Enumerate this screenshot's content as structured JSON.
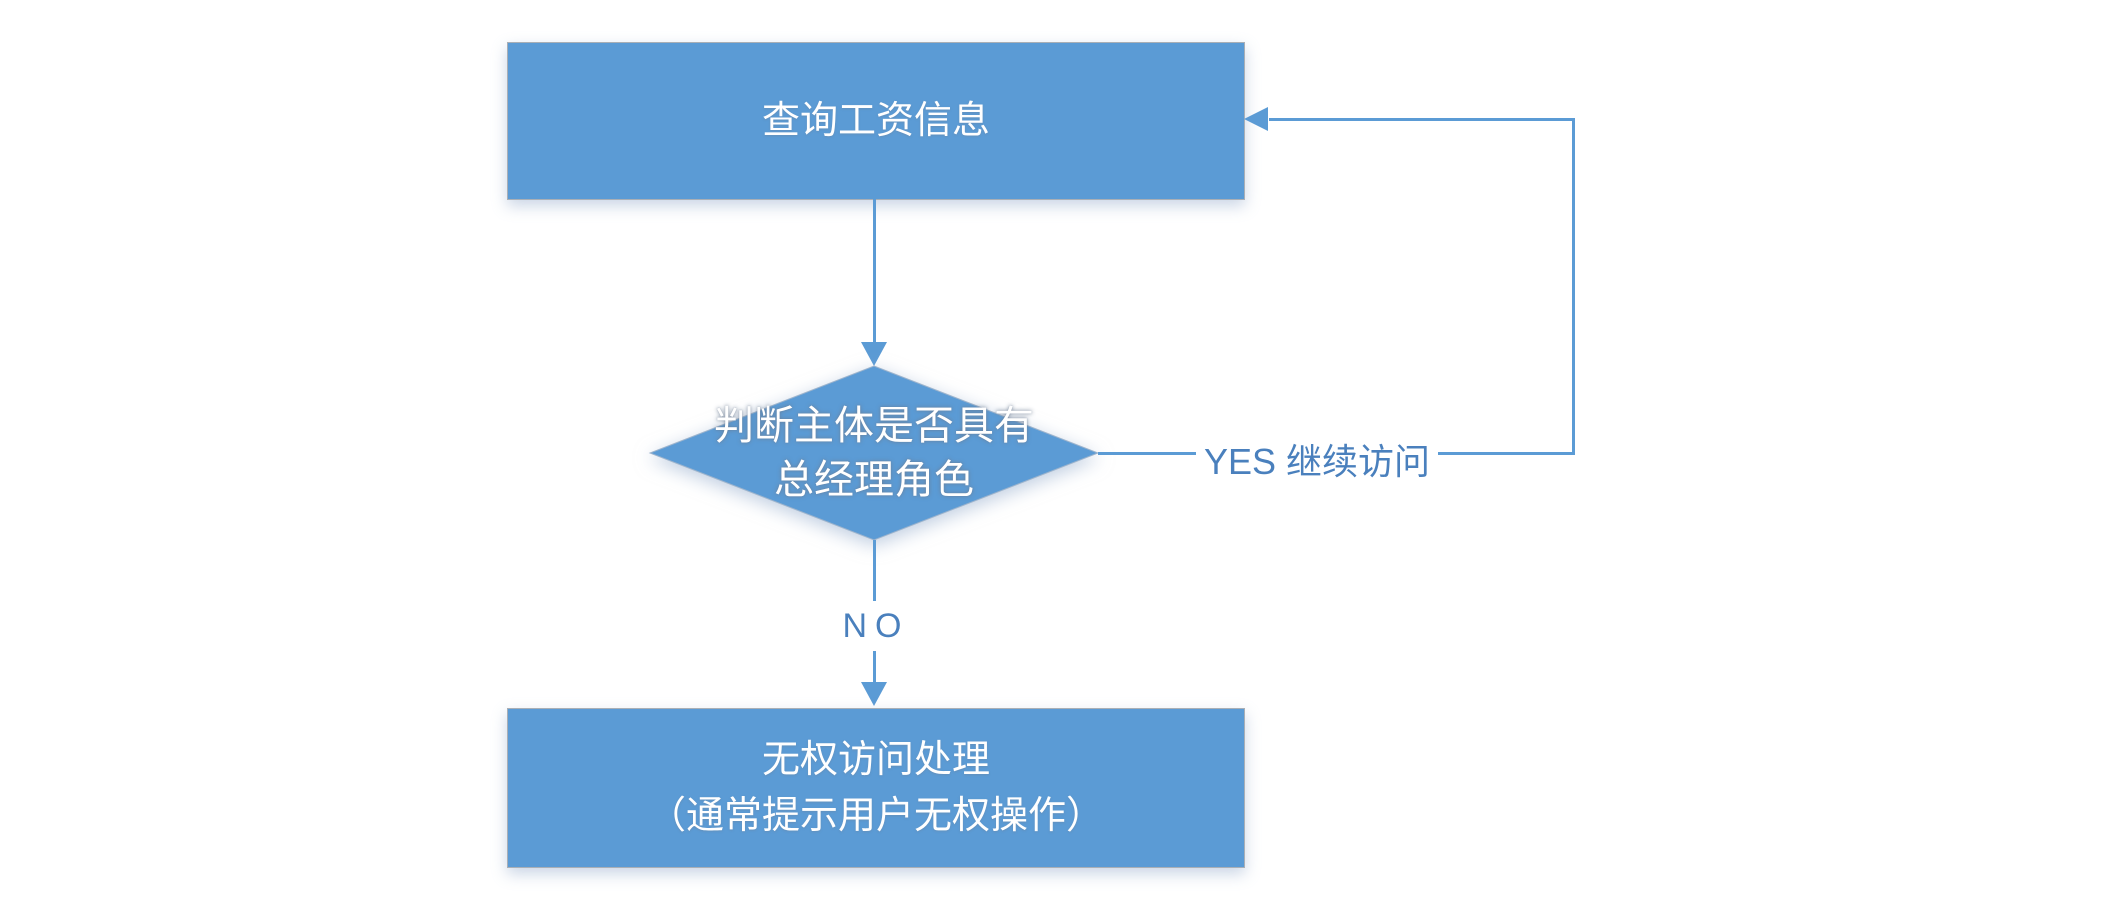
{
  "palette": {
    "shape_fill": "#5b9bd5",
    "shape_text": "#ffffff",
    "line": "#5b9bd5",
    "label_text": "#4a80bd"
  },
  "nodes": {
    "query": {
      "label": "查询工资信息"
    },
    "decision": {
      "line1": "判断主体是否具有",
      "line2": "总经理角色"
    },
    "deny": {
      "line1": "无权访问处理",
      "line2": "（通常提示用户无权操作）"
    }
  },
  "edges": {
    "yes": {
      "label": "YES 继续访问"
    },
    "no": {
      "label": "NO"
    }
  }
}
